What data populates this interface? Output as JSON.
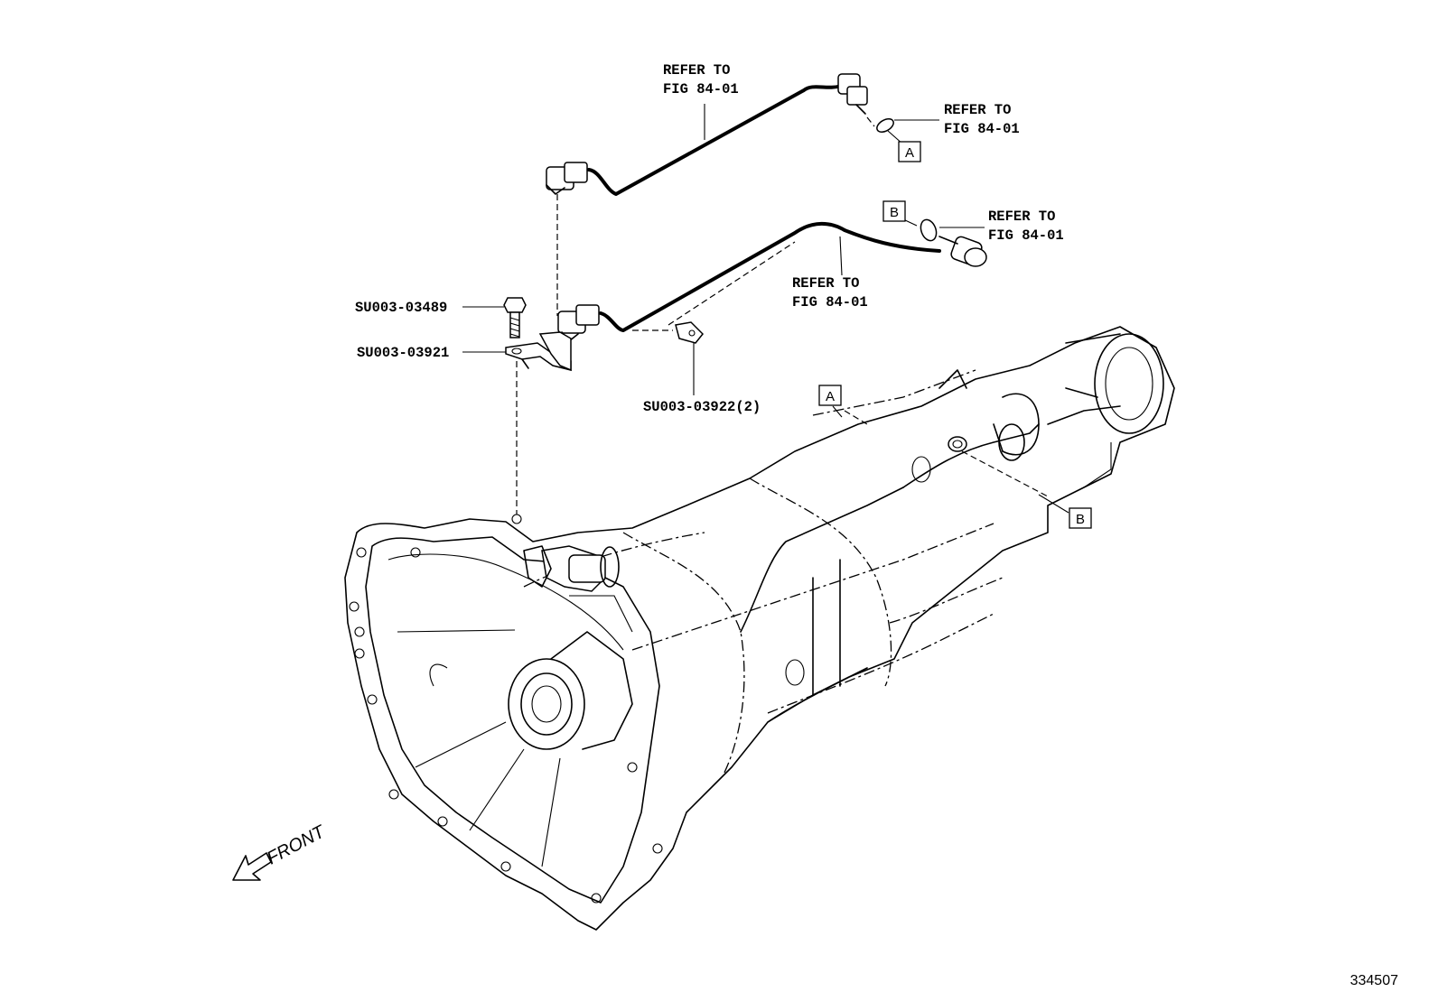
{
  "callouts": {
    "refer_1_line1": "REFER TO",
    "refer_1_line2": "FIG 84-01",
    "refer_2_line1": "REFER TO",
    "refer_2_line2": "FIG 84-01",
    "refer_3_line1": "REFER TO",
    "refer_3_line2": "FIG 84-01",
    "refer_4_line1": "REFER TO",
    "refer_4_line2": "FIG 84-01"
  },
  "parts": {
    "bolt": "SU003-03489",
    "bracket": "SU003-03921",
    "clamp": "SU003-03922(2)"
  },
  "markers": {
    "a": "A",
    "b": "B"
  },
  "direction_label": "FRONT",
  "figure_code": "334507"
}
